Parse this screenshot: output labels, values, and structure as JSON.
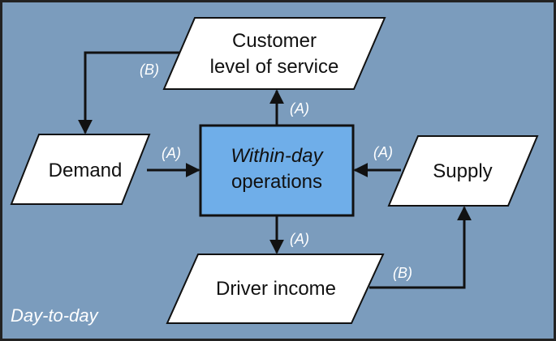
{
  "diagram": {
    "context_label": "Day-to-day",
    "nodes": {
      "customer_los": {
        "line1": "Customer",
        "line2": "level of service"
      },
      "demand": {
        "label": "Demand"
      },
      "within_day": {
        "line1": "Within-day",
        "line2": "operations"
      },
      "supply": {
        "label": "Supply"
      },
      "driver_income": {
        "label": "Driver income"
      }
    },
    "edges": {
      "customer_to_demand": "(B)",
      "within_to_customer": "(A)",
      "demand_to_within": "(A)",
      "supply_to_within": "(A)",
      "within_to_driver": "(A)",
      "driver_to_supply": "(B)"
    },
    "colors": {
      "background": "#7b9cbd",
      "border": "#222222",
      "node_fill": "#ffffff",
      "center_fill": "#6faee9",
      "arrow": "#111111",
      "edge_label": "#ffffff"
    }
  }
}
